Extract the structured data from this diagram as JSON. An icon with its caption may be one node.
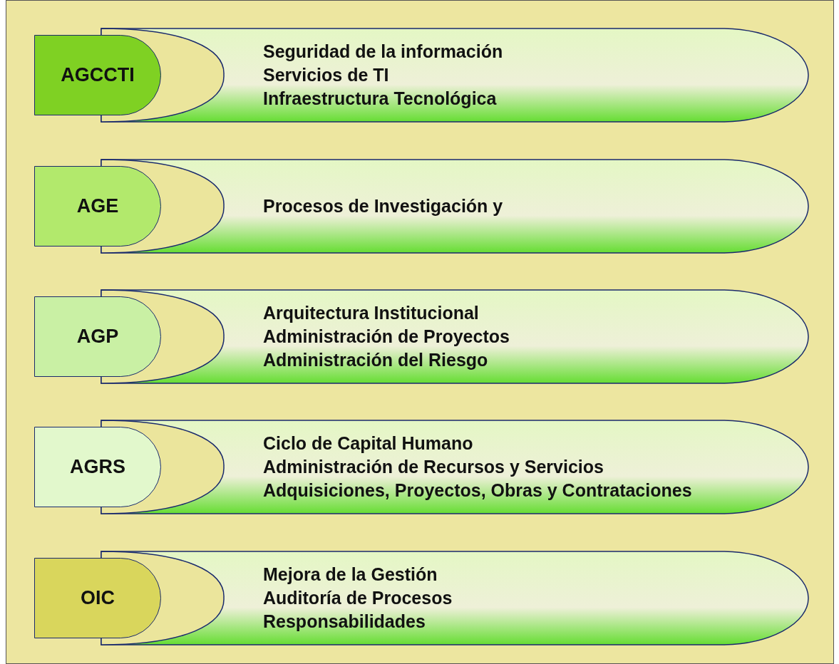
{
  "diagram": {
    "nodes": [
      {
        "text": [
          "AGCCTI"
        ]
      },
      {
        "text": [
          "Seguridad de la información",
          "Servicios de TI",
          "Infraestructura Tecnológica"
        ]
      },
      {
        "text": [
          "AGE"
        ]
      },
      {
        "text": [
          "Procesos de Investigación y"
        ]
      },
      {
        "text": [
          "AGP"
        ]
      },
      {
        "text": [
          "Arquitectura Institucional",
          "Administración de Proyectos",
          "Administración del Riesgo"
        ]
      },
      {
        "text": [
          "AGRS"
        ]
      },
      {
        "text": [
          "Ciclo de Capital Humano",
          "Administración de Recursos y Servicios",
          "Adquisiciones, Proyectos, Obras y Contrataciones"
        ]
      },
      {
        "text": [
          "OIC"
        ]
      },
      {
        "text": [
          "Mejora de la Gestión",
          "Auditoría de Procesos",
          "Responsabilidades"
        ]
      }
    ],
    "edges": []
  }
}
